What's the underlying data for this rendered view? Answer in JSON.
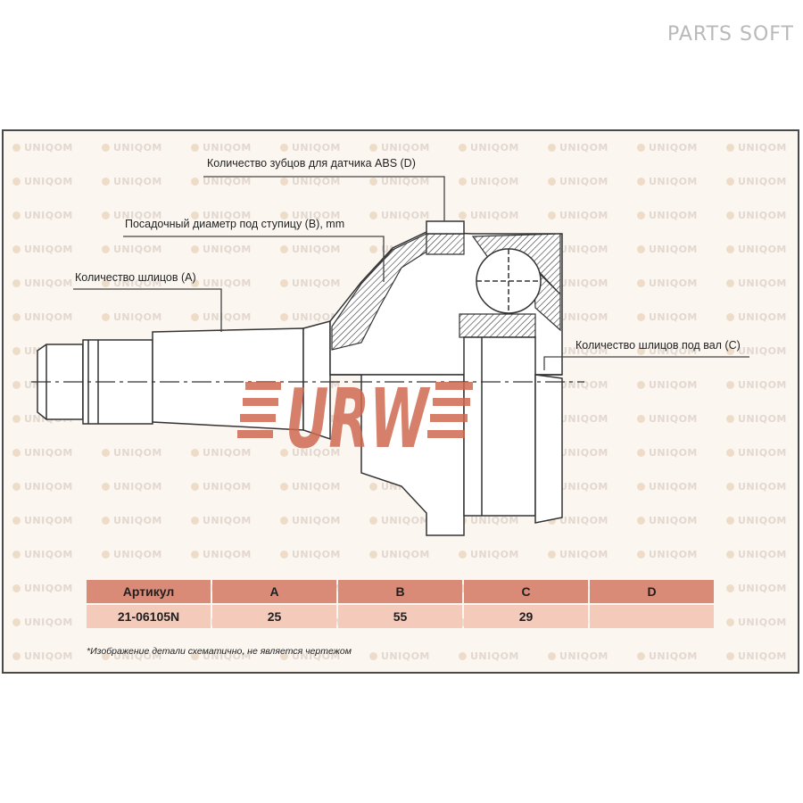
{
  "brand": "PARTS SOFT",
  "watermark": "UNIQOM",
  "logo": "URW",
  "callouts": {
    "abs_teeth": "Количество зубцов для датчика ABS (D)",
    "hub_diameter": "Посадочный диаметр под ступицу (B), mm",
    "spline_count": "Количество шлицов (A)",
    "shaft_splines": "Количество шлицов под вал (C)"
  },
  "table": {
    "headers": [
      "Артикул",
      "A",
      "B",
      "C",
      "D"
    ],
    "values": [
      "21-06105N",
      "25",
      "55",
      "29",
      ""
    ]
  },
  "note": "*Изображение детали схематично, не является чертежом",
  "colors": {
    "accent": "#d98b78",
    "accent_light": "#f4cbbb",
    "logo": "#cf6a52"
  }
}
